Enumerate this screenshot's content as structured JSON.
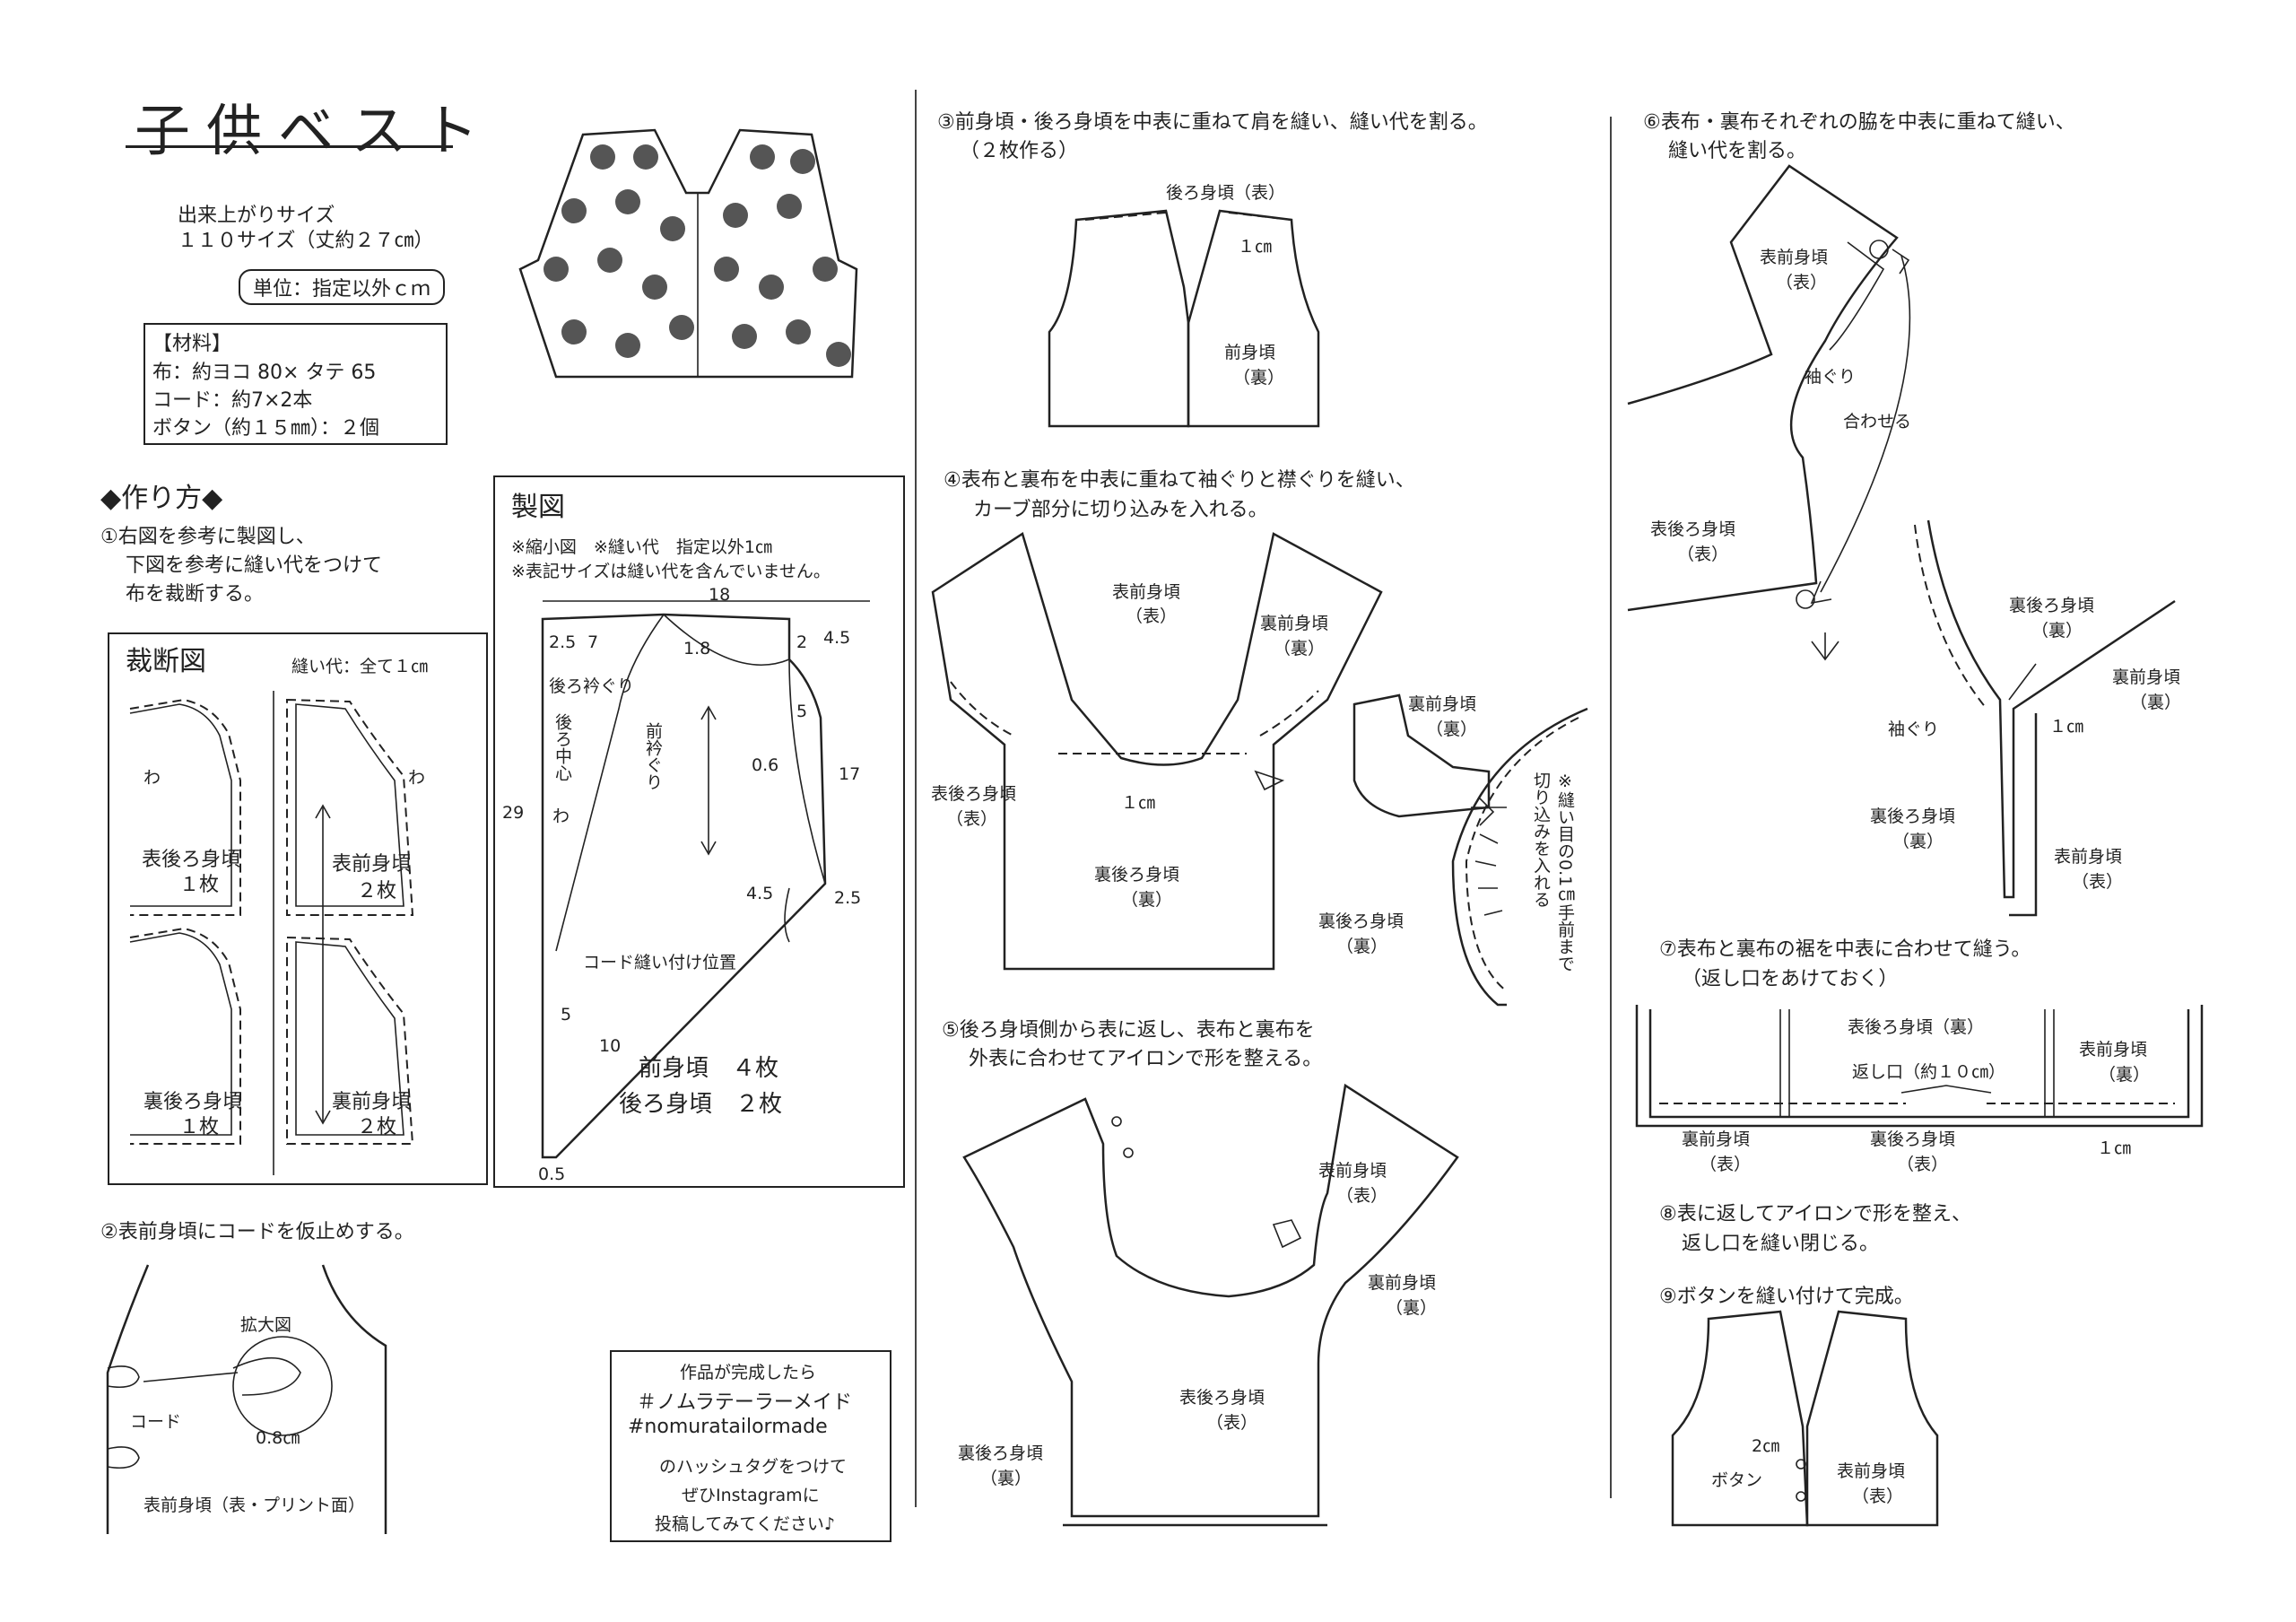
{
  "title": "子供ベスト",
  "finished_size": {
    "label": "出来上がりサイズ",
    "value": "１１０サイズ（丈約２７㎝）"
  },
  "unit_note": "単位：指定以外ｃｍ",
  "materials": {
    "heading": "【材料】",
    "items": [
      "布：約ヨコ 80× タテ 65",
      "コード：約7×2本",
      "ボタン（約１５㎜）：２個"
    ]
  },
  "how_to": {
    "heading": "◆作り方◆",
    "step1": [
      "①右図を参考に製図し、",
      "下図を参考に縫い代をつけて",
      "布を裁断する。"
    ]
  },
  "cutting": {
    "heading": "裁断図",
    "note": "縫い代：全て１㎝",
    "fold_mark": "わ",
    "pieces": [
      {
        "name": "表後ろ身頃",
        "count": "１枚"
      },
      {
        "name": "表前身頃",
        "count": "２枚"
      },
      {
        "name": "裏後ろ身頃",
        "count": "１枚"
      },
      {
        "name": "裏前身頃",
        "count": "２枚"
      }
    ]
  },
  "pattern": {
    "heading": "製図",
    "note1": "※縮小図　※縫い代　指定以外1㎝",
    "note2": "※表記サイズは縫い代を含んでいません。",
    "dims": {
      "top": "18",
      "d25a": "2.5",
      "d7": "7",
      "d18": "1.8",
      "d2": "2",
      "d45a": "4.5",
      "d5a": "5",
      "d06": "0.6",
      "d17": "17",
      "d29": "29",
      "d45b": "4.5",
      "d25b": "2.5",
      "d5b": "5",
      "d10": "10",
      "d05": "0.5"
    },
    "labels": {
      "back_neck": "後ろ衿ぐり",
      "back_center": "後ろ中心",
      "front_neck": "前衿ぐり",
      "fold": "わ",
      "cord_pos": "コード縫い付け位置"
    },
    "count_front": "前身頃　４枚",
    "count_back": "後ろ身頃　２枚"
  },
  "step2": {
    "text": "②表前身頃にコードを仮止めする。",
    "zoom": "拡大図",
    "cord": "コード",
    "d08": "0.8㎝",
    "piece": "表前身頃（表・プリント面）"
  },
  "hashtag_box": {
    "line1": "作品が完成したら",
    "line2": "＃ノムラテーラーメイド",
    "line3": "#nomuratailormade",
    "line4": "のハッシュタグをつけて",
    "line5": "ぜひInstagramに",
    "line6": "投稿してみてください♪"
  },
  "step3": {
    "text1": "③前身頃・後ろ身頃を中表に重ねて肩を縫い、縫い代を割る。",
    "text2": "（２枚作る）",
    "back": "後ろ身頃（表）",
    "cm": "１㎝",
    "front": "前身頃",
    "front_side": "（裏）"
  },
  "step4": {
    "text1": "④表布と裏布を中表に重ねて袖ぐりと襟ぐりを縫い、",
    "text2": "カーブ部分に切り込みを入れる。",
    "front_omote": "表前身頃",
    "omote": "（表）",
    "ura_front": "裏前身頃",
    "ura": "（裏）",
    "back_omote": "表後ろ身頃",
    "back_ura": "裏後ろ身頃",
    "cm": "１㎝",
    "note": "※縫い目の0.1㎝手前まで切り込みを入れる"
  },
  "step5": {
    "text1": "⑤後ろ身頃側から表に返し、表布と裏布を",
    "text2": "外表に合わせてアイロンで形を整える。",
    "front_omote": "表前身頃",
    "omote": "（表）",
    "front_ura": "裏前身頃",
    "ura": "（裏）",
    "back_omote": "表後ろ身頃",
    "back_ura": "裏後ろ身頃"
  },
  "step6": {
    "text1": "⑥表布・裏布それぞれの脇を中表に重ねて縫い、",
    "text2": "縫い代を割る。",
    "front_omote": "表前身頃",
    "omote": "（表）",
    "armhole": "袖ぐり",
    "match": "合わせる",
    "back_omote": "表後ろ身頃",
    "back_ura": "裏後ろ身頃",
    "ura": "（裏）",
    "front_ura": "裏前身頃",
    "armhole2": "袖ぐり",
    "cm": "１㎝",
    "back_ura2": "裏後ろ身頃",
    "front_omote2": "表前身頃"
  },
  "step7": {
    "text1": "⑦表布と裏布の裾を中表に合わせて縫う。",
    "text2": "（返し口をあけておく）",
    "back_ura": "表後ろ身頃（裏）",
    "front_ura": "表前身頃",
    "ura": "（裏）",
    "opening": "返し口（約１０㎝）",
    "front_ura2": "裏前身頃",
    "omote": "（表）",
    "back_ura2": "裏後ろ身頃",
    "cm": "１㎝"
  },
  "step8": {
    "text1": "⑧表に返してアイロンで形を整え、",
    "text2": "返し口を縫い閉じる。"
  },
  "step9": {
    "text": "⑨ボタンを縫い付けて完成。",
    "d2": "2㎝",
    "button": "ボタン",
    "front": "表前身頃",
    "omote": "（表）"
  }
}
